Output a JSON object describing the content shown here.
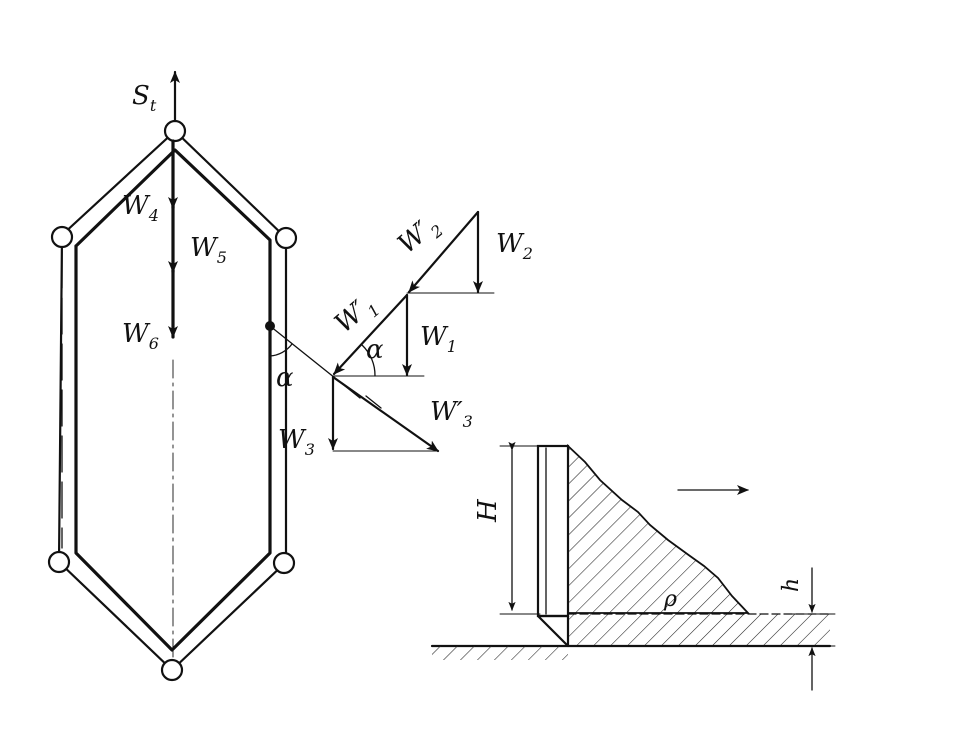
{
  "labels": {
    "st": {
      "main": "S",
      "sub": "t"
    },
    "w4": {
      "main": "W",
      "sub": "4"
    },
    "w5": {
      "main": "W",
      "sub": "5"
    },
    "w6": {
      "main": "W",
      "sub": "6"
    },
    "w1": {
      "main": "W",
      "sub": "1"
    },
    "w2": {
      "main": "W",
      "sub": "2"
    },
    "w3": {
      "main": "W",
      "sub": "3"
    },
    "w1p": {
      "main": "W",
      "sub": "1",
      "prime": "′"
    },
    "w2p": {
      "main": "W",
      "sub": "2",
      "prime": "′"
    },
    "w3p": {
      "main": "W",
      "sub": "3",
      "prime": "′"
    },
    "alpha_frame": "α",
    "alpha_polygon": "α",
    "height_H": "H",
    "depth_h": "h",
    "angle_rho": "ρ"
  }
}
